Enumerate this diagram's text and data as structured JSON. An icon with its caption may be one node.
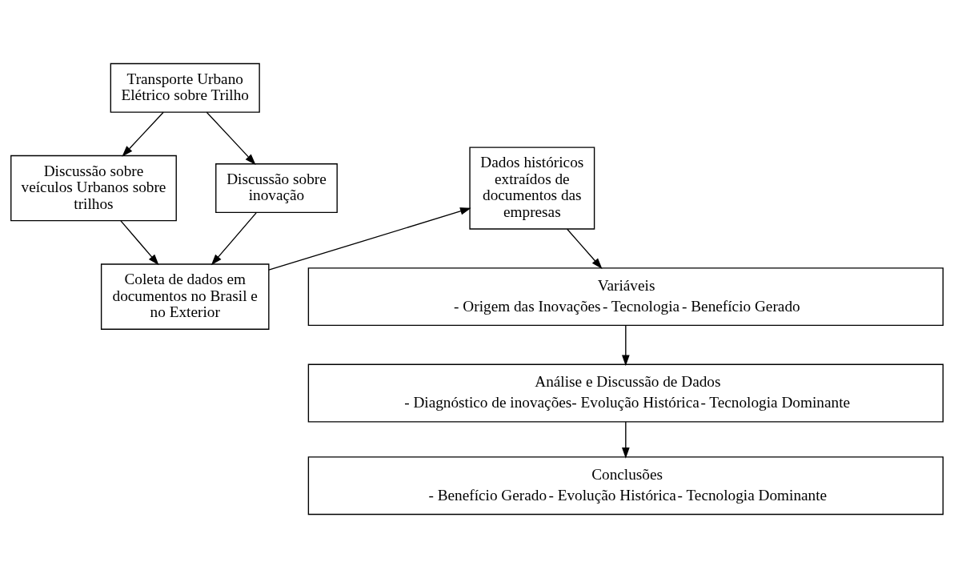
{
  "diagram": {
    "nodes": [
      {
        "text": [
          "Transporte Urbano Elétrico sobre Trilho"
        ]
      },
      {
        "text": [
          "Discussão sobre veículos Urbanos sobre trilhos"
        ]
      },
      {
        "text": [
          "Discussão sobre inovação"
        ]
      },
      {
        "text": [
          "Coleta de dados em documentos no Brasil e no Exterior"
        ]
      },
      {
        "text": [
          "Dados históricos extraídos de documentos das empresas"
        ]
      },
      {
        "text": [
          "Variáveis",
          "- Origem das Inovações",
          "- Tecnologia",
          "- Benefício Gerado"
        ]
      },
      {
        "text": [
          "Análise e Discussão de Dados",
          "- Diagnóstico de inovações",
          "- Evolução Histórica",
          "- Tecnologia Dominante"
        ]
      },
      {
        "text": [
          "Conclusões",
          "- Benefício Gerado",
          "- Evolução Histórica",
          "- Tecnologia Dominante"
        ]
      }
    ],
    "edges": [
      {
        "from": 0,
        "to": 1,
        "arrow": "to"
      },
      {
        "from": 0,
        "to": 2,
        "arrow": "to"
      },
      {
        "from": 1,
        "to": 3,
        "arrow": "to"
      },
      {
        "from": 2,
        "to": 3,
        "arrow": "to"
      },
      {
        "from": 3,
        "to": 4,
        "arrow": "to"
      },
      {
        "from": 4,
        "to": 5,
        "arrow": "to"
      },
      {
        "from": 5,
        "to": 6,
        "arrow": "to"
      },
      {
        "from": 6,
        "to": 7,
        "arrow": "to"
      }
    ]
  }
}
